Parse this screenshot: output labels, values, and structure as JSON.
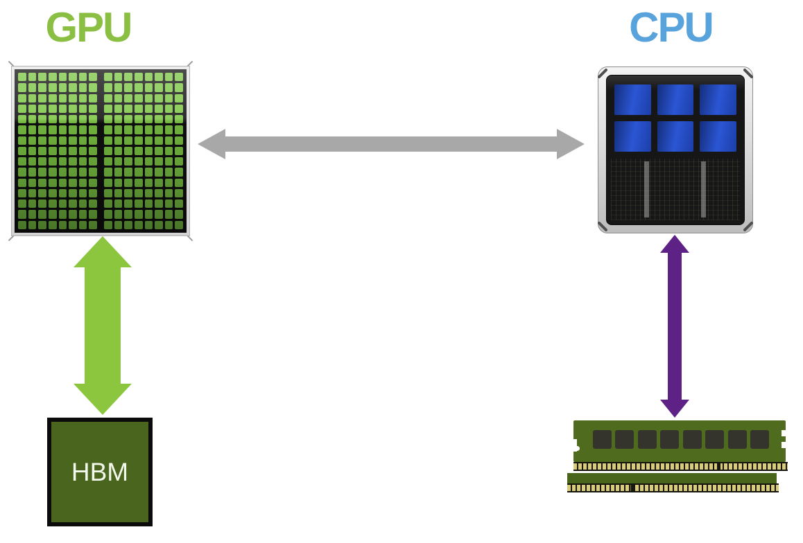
{
  "diagram": {
    "background_color": "#ffffff",
    "nodes": {
      "gpu": {
        "label": "GPU",
        "label_color": "#8abf43",
        "core_grid": {
          "rows": 15,
          "cols_per_half": 8,
          "halves": 2
        },
        "cell_color": "#7cc544"
      },
      "cpu": {
        "label": "CPU",
        "label_color": "#58a3dc",
        "core_count": 6,
        "core_color": "#2b56d4"
      },
      "hbm": {
        "label": "HBM",
        "fill_color": "#4a661e",
        "text_color": "#f3f8ec"
      },
      "ram": {
        "chip_count": 8,
        "board_color": "#4f6b1e",
        "pin_color": "#d9cb7c"
      }
    },
    "connections": [
      {
        "id": "gpu-cpu",
        "from": "GPU",
        "to": "CPU",
        "style": "double-headed",
        "color": "#a8a8a8"
      },
      {
        "id": "gpu-hbm",
        "from": "GPU",
        "to": "HBM",
        "style": "double-headed",
        "color": "#8cc63e"
      },
      {
        "id": "cpu-ram",
        "from": "CPU",
        "to": "RAM",
        "style": "double-headed",
        "color": "#5e2185"
      }
    ]
  }
}
